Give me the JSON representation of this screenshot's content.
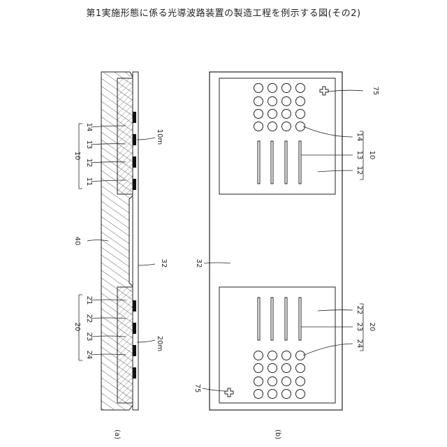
{
  "title": "第1実施形態に係る光導波路装置の製造工程を例示する図(その2)",
  "panel_a": {
    "caption": "(a)",
    "labels": {
      "group_top": "10",
      "layer_14": "14",
      "layer_13": "13",
      "layer_12": "12",
      "layer_11": "11",
      "mark_10m": "10m",
      "substrate_40": "40",
      "layer_32": "32",
      "group_bottom": "20",
      "layer_21": "21",
      "layer_22": "22",
      "layer_23": "23",
      "layer_24": "24",
      "mark_20m": "20m"
    }
  },
  "panel_b": {
    "caption": "(b)",
    "labels": {
      "mark_75_top": "75",
      "layer_14": "14",
      "layer_13": "13",
      "layer_12": "12",
      "group_top": "10",
      "layer_32": "32",
      "layer_22": "22",
      "layer_23": "23",
      "layer_24": "24",
      "group_bottom": "20",
      "mark_75_bottom": "75"
    }
  }
}
